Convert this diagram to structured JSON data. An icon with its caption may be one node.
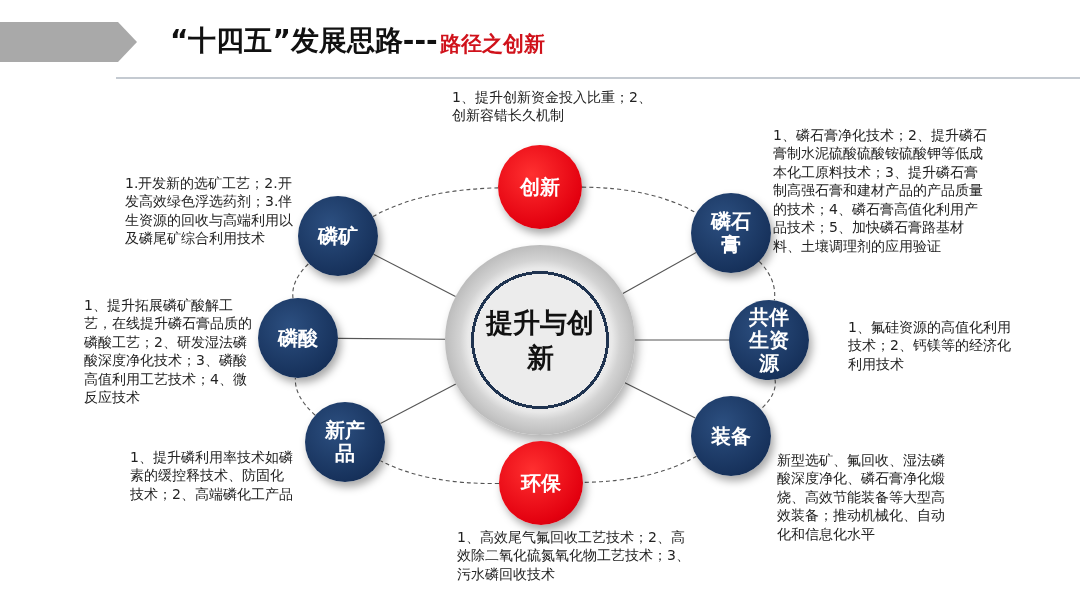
{
  "diagram": {
    "title": "“十四五”发展思路---",
    "nodes": [
      {
        "text": [
          "提升与创新"
        ]
      },
      {
        "text": [
          "创新"
        ],
        "beside": [
          "1、提升创新资金投入比重；2、创新容错长久机制"
        ]
      },
      {
        "text": [
          "磷矿"
        ],
        "beside": [
          "1.开发新的选矿工艺；2.开发高效绿色浮选药剂；3.伴生资源的回收与高端利用以及磷尾矿综合利用技术"
        ]
      },
      {
        "text": [
          "磷酸"
        ],
        "beside": [
          "1、提升拓展磷矿酸解工艺，在线提升磷石膏品质的磷酸工艺；2、研发湿法磷酸深度净化技术；3、磷酸高值利用工艺技术；4、微反应技术"
        ]
      },
      {
        "text": [
          "新产品"
        ],
        "beside": [
          "1、提升磷利用率技术如磷素的缓控释技术、防固化技术；2、高端磷化工产品"
        ]
      },
      {
        "text": [
          "环保"
        ],
        "beside": [
          "1、高效尾气氟回收工艺技术；2、高效除二氧化硫氮氧化物工艺技术；3、污水磷回收技术"
        ]
      },
      {
        "text": [
          "磷石膏"
        ],
        "beside": [
          "1、磷石膏净化技术；2、提升磷石膏制水泥硫酸硫酸铵硫酸钾等低成本化工原料技术；3、提升磷石膏制高强石膏和建材产品的产品质量的技术；4、磷石膏高值化利用产品技术；5、加快磷石膏路基材料、土壤调理剂的应用验证"
        ]
      },
      {
        "text": [
          "共伴生资源"
        ],
        "beside": [
          "1、氟硅资源的高值化利用技术；2、钙镁等的经济化利用技术"
        ]
      },
      {
        "text": [
          "装备"
        ],
        "beside": [
          "新型选矿、氟回收、湿法磷酸深度净化、磷石膏净化煅烧、高效节能装备等大型高效装备；推动机械化、自动化和信息化水平"
        ]
      }
    ],
    "edges": [
      {
        "from": 0,
        "to": 2,
        "arrow": "none"
      },
      {
        "from": 0,
        "to": 3,
        "arrow": "none"
      },
      {
        "from": 0,
        "to": 4,
        "arrow": "none"
      },
      {
        "from": 0,
        "to": 6,
        "arrow": "none"
      },
      {
        "from": 0,
        "to": 7,
        "arrow": "none"
      },
      {
        "from": 0,
        "to": 8,
        "arrow": "none"
      },
      {
        "from": 1,
        "to": 6,
        "arrow": "none",
        "style": "dashed"
      },
      {
        "from": 6,
        "to": 7,
        "arrow": "none",
        "style": "dashed"
      },
      {
        "from": 7,
        "to": 8,
        "arrow": "none",
        "style": "dashed"
      },
      {
        "from": 8,
        "to": 5,
        "arrow": "none",
        "style": "dashed"
      },
      {
        "from": 5,
        "to": 4,
        "arrow": "none",
        "style": "dashed"
      },
      {
        "from": 4,
        "to": 3,
        "arrow": "none",
        "style": "dashed"
      },
      {
        "from": 3,
        "to": 2,
        "arrow": "none",
        "style": "dashed"
      },
      {
        "from": 2,
        "to": 1,
        "arrow": "none",
        "style": "dashed"
      }
    ],
    "labels": [
      "路径之创新"
    ]
  }
}
